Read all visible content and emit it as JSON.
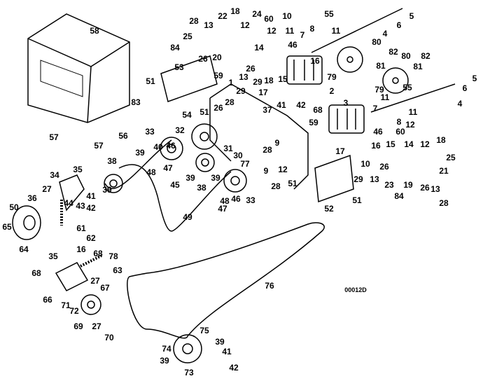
{
  "diagram": {
    "drawing_code": "00012D",
    "line_color": "#000000",
    "background": "#ffffff",
    "callouts": [
      "58",
      "28",
      "13",
      "22",
      "18",
      "12",
      "24",
      "25",
      "84",
      "26",
      "20",
      "14",
      "60",
      "10",
      "12",
      "11",
      "7",
      "8",
      "55",
      "11",
      "4",
      "6",
      "5",
      "46",
      "80",
      "82",
      "81",
      "79",
      "16",
      "13",
      "26",
      "18",
      "29",
      "15",
      "2",
      "53",
      "59",
      "1",
      "51",
      "29",
      "17",
      "83",
      "80",
      "82",
      "81",
      "55",
      "79",
      "11",
      "6",
      "5",
      "4",
      "54",
      "51",
      "28",
      "26",
      "37",
      "41",
      "42",
      "68",
      "3",
      "7",
      "59",
      "11",
      "8",
      "12",
      "46",
      "60",
      "15",
      "16",
      "14",
      "17",
      "12",
      "18",
      "25",
      "21",
      "33",
      "32",
      "56",
      "57",
      "57",
      "31",
      "30",
      "77",
      "28",
      "12",
      "40",
      "46",
      "48",
      "47",
      "39",
      "38",
      "9",
      "10",
      "29",
      "13",
      "26",
      "19",
      "23",
      "84",
      "26",
      "13",
      "28",
      "45",
      "39",
      "38",
      "39",
      "51",
      "28",
      "9",
      "48",
      "47",
      "46",
      "33",
      "52",
      "51",
      "35",
      "34",
      "27",
      "36",
      "39",
      "41",
      "50",
      "44",
      "43",
      "42",
      "61",
      "49",
      "65",
      "64",
      "62",
      "16",
      "35",
      "68",
      "78",
      "63",
      "68",
      "27",
      "67",
      "76",
      "66",
      "71",
      "72",
      "69",
      "27",
      "70",
      "75",
      "74",
      "39",
      "41",
      "39",
      "42",
      "73"
    ]
  }
}
